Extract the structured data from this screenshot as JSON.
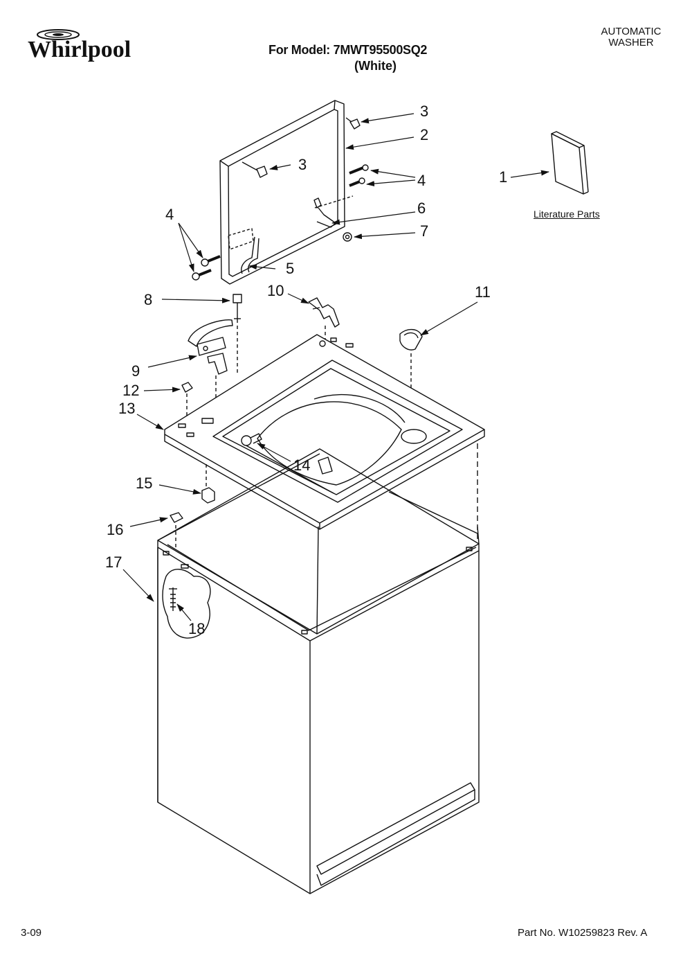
{
  "brand": "Whirlpool",
  "header": {
    "model_line": "For Model: 7MWT95500SQ2",
    "color_line": "(White)",
    "appliance_type": [
      "AUTOMATIC",
      "WASHER"
    ]
  },
  "literature_label": "Literature Parts",
  "callouts": [
    {
      "id": "c3a",
      "label": "3"
    },
    {
      "id": "c2",
      "label": "2"
    },
    {
      "id": "c3b",
      "label": "3"
    },
    {
      "id": "c4a",
      "label": "4"
    },
    {
      "id": "c4b",
      "label": "4"
    },
    {
      "id": "c6",
      "label": "6"
    },
    {
      "id": "c7",
      "label": "7"
    },
    {
      "id": "c5",
      "label": "5"
    },
    {
      "id": "c1",
      "label": "1"
    },
    {
      "id": "c8",
      "label": "8"
    },
    {
      "id": "c10",
      "label": "10"
    },
    {
      "id": "c11",
      "label": "11"
    },
    {
      "id": "c9",
      "label": "9"
    },
    {
      "id": "c12",
      "label": "12"
    },
    {
      "id": "c13",
      "label": "13"
    },
    {
      "id": "c14",
      "label": "14"
    },
    {
      "id": "c15",
      "label": "15"
    },
    {
      "id": "c16",
      "label": "16"
    },
    {
      "id": "c17",
      "label": "17"
    },
    {
      "id": "c18",
      "label": "18"
    }
  ],
  "footer": {
    "page": "3-09",
    "part_number": "Part No. W10259823 Rev. A"
  }
}
